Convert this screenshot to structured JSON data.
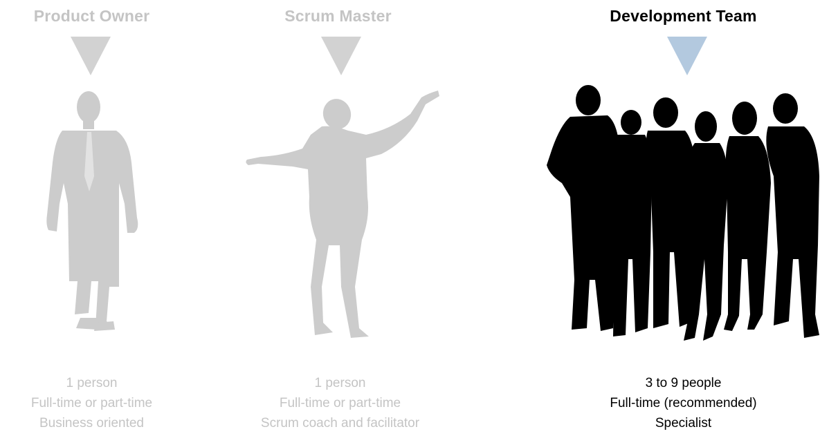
{
  "roles": [
    {
      "title": "Product Owner",
      "lines": [
        "1 person",
        "Full-time or part-time",
        "Business oriented"
      ],
      "state": "muted",
      "pointer_color": "#d2d2d2",
      "figure_icon": "businessman-silhouette-icon"
    },
    {
      "title": "Scrum Master",
      "lines": [
        "1 person",
        "Full-time or part-time",
        "Scrum coach and facilitator"
      ],
      "state": "muted",
      "pointer_color": "#d2d2d2",
      "figure_icon": "presenter-silhouette-icon"
    },
    {
      "title": "Development Team",
      "lines": [
        "3 to 9 people",
        "Full-time (recommended)",
        "Specialist"
      ],
      "state": "active",
      "pointer_color": "#b3c9df",
      "figure_icon": "team-silhouette-icon"
    }
  ],
  "colors": {
    "muted_text": "#c4c4c4",
    "muted_figure": "#cccccc",
    "active_text": "#000000",
    "active_figure": "#000000"
  }
}
